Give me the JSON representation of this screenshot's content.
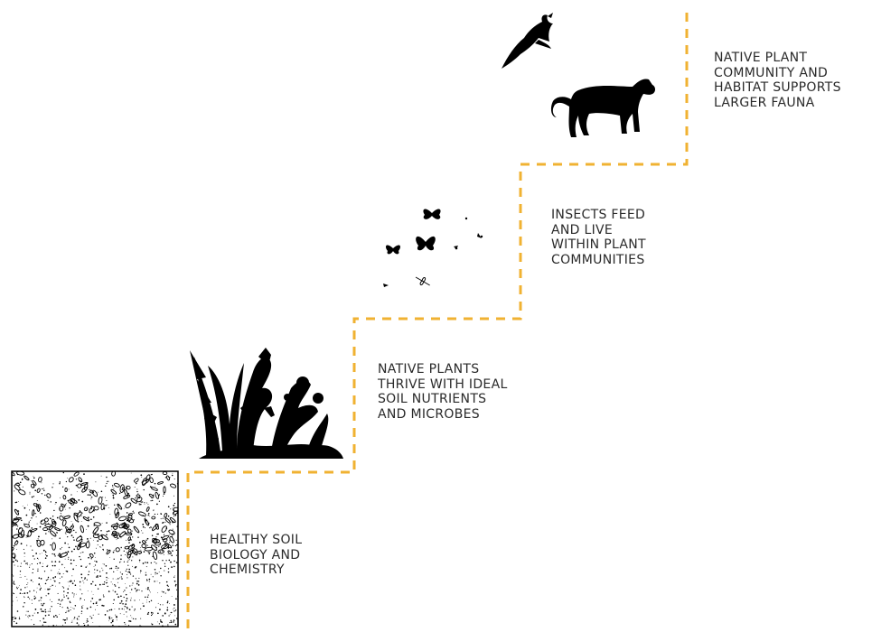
{
  "steps": [
    {
      "id": "soil",
      "text": "HEALTHY SOIL\nBIOLOGY AND\nCHEMISTRY",
      "illustration": "soil-texture-icon"
    },
    {
      "id": "plants",
      "text": "NATIVE PLANTS\nTHRIVE WITH IDEAL\nSOIL NUTRIENTS\nAND MICROBES",
      "illustration": "native-plants-icon"
    },
    {
      "id": "insects",
      "text": "INSECTS FEED\nAND LIVE\nWITHIN PLANT\nCOMMUNITIES",
      "illustration": "insects-icon"
    },
    {
      "id": "fauna",
      "text": "NATIVE PLANT\nCOMMUNITY AND\nHABITAT SUPPORTS\nLARGER FAUNA",
      "illustration": "mountain-lion-icon"
    }
  ],
  "colors": {
    "staircase_line": "#f0b232",
    "text": "#2a2a2a",
    "silhouette": "#000000"
  }
}
